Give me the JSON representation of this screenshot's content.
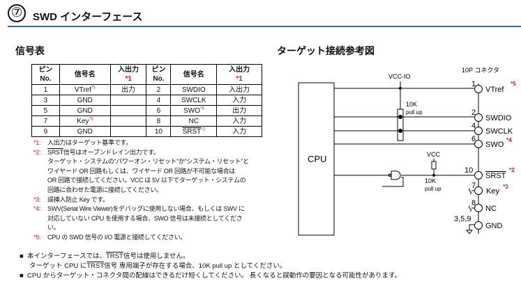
{
  "header": {
    "section_number": "⑦",
    "title": "SWD インターフェース"
  },
  "signal_table": {
    "heading": "信号表",
    "columns": {
      "pin": "ピン",
      "pin_no": "No.",
      "signal": "信号名",
      "io": "入出力",
      "io_note": "*1"
    },
    "rows": [
      {
        "pin_l": "1",
        "sig_l": "VTref",
        "note_l": "*5",
        "io_l": "出力",
        "pin_r": "2",
        "sig_r": "SWDIO",
        "note_r": "",
        "io_r": "入出力"
      },
      {
        "pin_l": "3",
        "sig_l": "GND",
        "note_l": "",
        "io_l": "",
        "pin_r": "4",
        "sig_r": "SWCLK",
        "note_r": "",
        "io_r": "入力"
      },
      {
        "pin_l": "5",
        "sig_l": "GND",
        "note_l": "",
        "io_l": "",
        "pin_r": "6",
        "sig_r": "SWO",
        "note_r": "*4",
        "io_r": "出力"
      },
      {
        "pin_l": "7",
        "sig_l": "Key",
        "note_l": "*3",
        "io_l": "",
        "pin_r": "8",
        "sig_r": "NC",
        "note_r": "",
        "io_r": "入力"
      },
      {
        "pin_l": "9",
        "sig_l": "GND",
        "note_l": "",
        "io_l": "",
        "pin_r": "10",
        "sig_r": "SRST",
        "note_r": "*2",
        "io_r": "入力"
      }
    ]
  },
  "notes": [
    {
      "key": "*1:",
      "lines": [
        "入出力はターゲット基準です。"
      ]
    },
    {
      "key": "*2:",
      "srst": "SRST",
      "lines": [
        "信号はオープンドレイン出力です。",
        "ターゲット・システムの”パワーオン・リセット”か”システム・リセット”と",
        "ワイヤード OR 回路もしくは、ワイヤード OR 回路が不可能な場合は",
        "OR 回路で接続してください。VCC は 5V 以下でターゲット・システムの",
        "回路に合わせた電源に接続してください。"
      ]
    },
    {
      "key": "*3:",
      "lines": [
        "誤挿入防止 Key です。"
      ]
    },
    {
      "key": "*4:",
      "lines": [
        "SWV(Serial Wire Viewer)をデバッグに使用しない場合、もしくは SWV に",
        "対応していない CPU を使用する場合、SWO 信号は未接続としてくださ",
        "い。"
      ]
    },
    {
      "key": "*5:",
      "lines": [
        "CPU の SWD 信号の I/O 電源と接続してください。"
      ]
    }
  ],
  "bullets": {
    "b1_pre": "本インターフェースでは、",
    "b1_trst": "TRST",
    "b1_post": "信号は使用しません。",
    "b1_l2_pre": "ターゲット CPU に",
    "b1_l2_trst": "TRST",
    "b1_l2_post": "信号 専用端子が存在する場合、10K pull up としてください。",
    "b2": "CPU からターゲット・コネクタ間の配線はできるだけ短くしてください。 長くなると誤動作の要因となる可能性があります。"
  },
  "diagram": {
    "heading": "ターゲット接続参考図",
    "connector_label": "10P コネクタ",
    "cpu_label": "CPU",
    "vcc_io": "VCC-IO",
    "vcc": "VCC",
    "pullup_value": "10K",
    "pullup_text": "pull up",
    "pins": [
      {
        "num": "1",
        "name": "VTref",
        "note": "*5"
      },
      {
        "num": "2",
        "name": "SWDIO",
        "note": ""
      },
      {
        "num": "4",
        "name": "SWCLK",
        "note": ""
      },
      {
        "num": "6",
        "name": "SWO",
        "note": "*4"
      },
      {
        "num": "10",
        "name": "SRST",
        "note": "*2"
      },
      {
        "num": "7",
        "name": "Key",
        "note": "*3"
      },
      {
        "num": "8",
        "name": "NC",
        "note": ""
      },
      {
        "num": "3,5,9",
        "name": "GND",
        "note": ""
      }
    ]
  }
}
